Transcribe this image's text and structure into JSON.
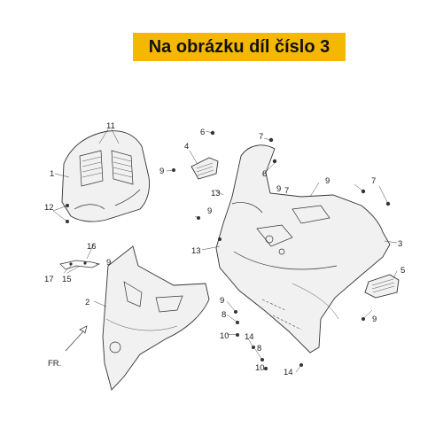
{
  "banner": {
    "text": "Na obrázku díl číslo 3",
    "background": "#f5b800"
  },
  "diagram": {
    "front_marker": "FR.",
    "callouts": {
      "c1": "1",
      "c2": "2",
      "c3": "3",
      "c4": "4",
      "c5": "5",
      "c6a": "6",
      "c6b": "6",
      "c7a": "7",
      "c7b": "7",
      "c7c": "7",
      "c8a": "8",
      "c8b": "8",
      "c9a": "9",
      "c9b": "9",
      "c9c": "9",
      "c9d": "9",
      "c9e": "9",
      "c9f": "9",
      "c9g": "9",
      "c10a": "10",
      "c10b": "10",
      "c11": "11",
      "c12": "12",
      "c13a": "13",
      "c13b": "13",
      "c14a": "14",
      "c14b": "14",
      "c15": "15",
      "c16": "16",
      "c17": "17"
    }
  }
}
